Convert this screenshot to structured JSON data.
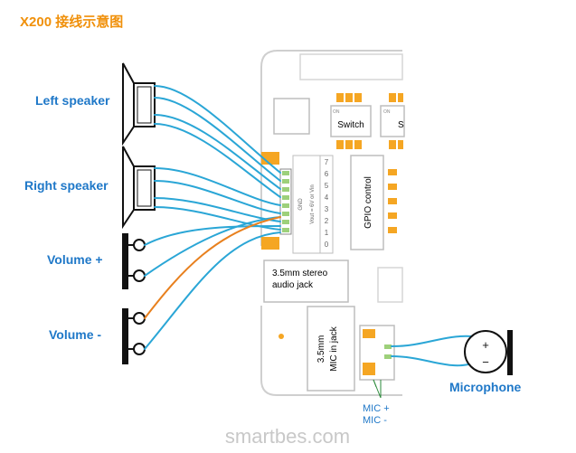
{
  "title": "X200 接线示意图",
  "labels": {
    "left_speaker": "Left speaker",
    "right_speaker": "Right speaker",
    "volume_plus": "Volume +",
    "volume_minus": "Volume -",
    "microphone": "Microphone",
    "mic_plus": "MIC +",
    "mic_minus": "MIC -"
  },
  "board": {
    "switch_1": "Switch",
    "switch_2": "S",
    "switch_on_1": "ON",
    "switch_on_2": "ON",
    "gpio_control": "GPIO control",
    "audio_jack_line1": "3.5mm stereo",
    "audio_jack_line2": "audio jack",
    "mic_jack_line1": "3.5mm",
    "mic_jack_line2": "MIC in jack",
    "power_line1": "GND",
    "power_line2": "Vout = 6V or Vin",
    "gpio_pins": [
      "7",
      "6",
      "5",
      "4",
      "3",
      "2",
      "1",
      "0"
    ]
  },
  "mic_symbol": {
    "plus": "+",
    "minus": "−"
  },
  "watermark": "smartbes.com",
  "colors": {
    "title": "#f0900a",
    "label": "#1f78c8",
    "wire_blue": "#2aa6d6",
    "wire_orange": "#e8801e",
    "pad_orange": "#f5a623",
    "board_outline": "#cfcfcf",
    "pin_green": "#9dd07a"
  }
}
